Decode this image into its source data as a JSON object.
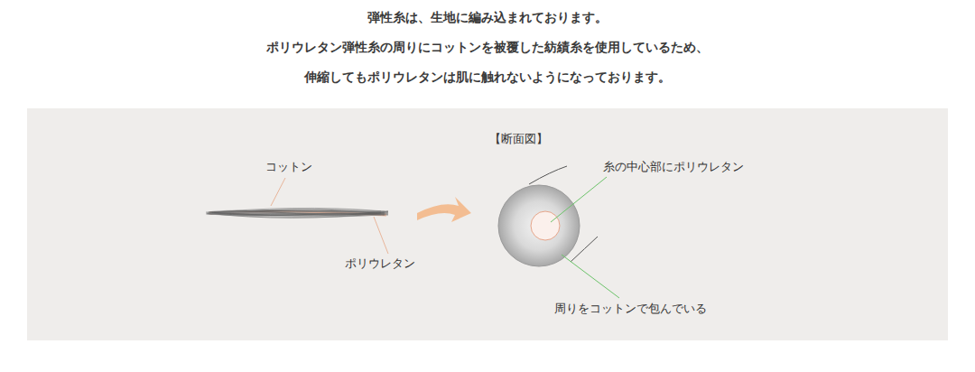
{
  "diagram": {
    "labels": [
      "弾性糸は、生地に編み込まれております。",
      "ポリウレタン弾性糸の周りにコットンを被覆した紡績糸を使用しているため、",
      "伸縮してもポリウレタンは肌に触れないようになっております。",
      "【断面図】",
      "コットン",
      "ポリウレタン",
      "糸の中心部にポリウレタン",
      "周りをコットンで包んでいる"
    ]
  }
}
